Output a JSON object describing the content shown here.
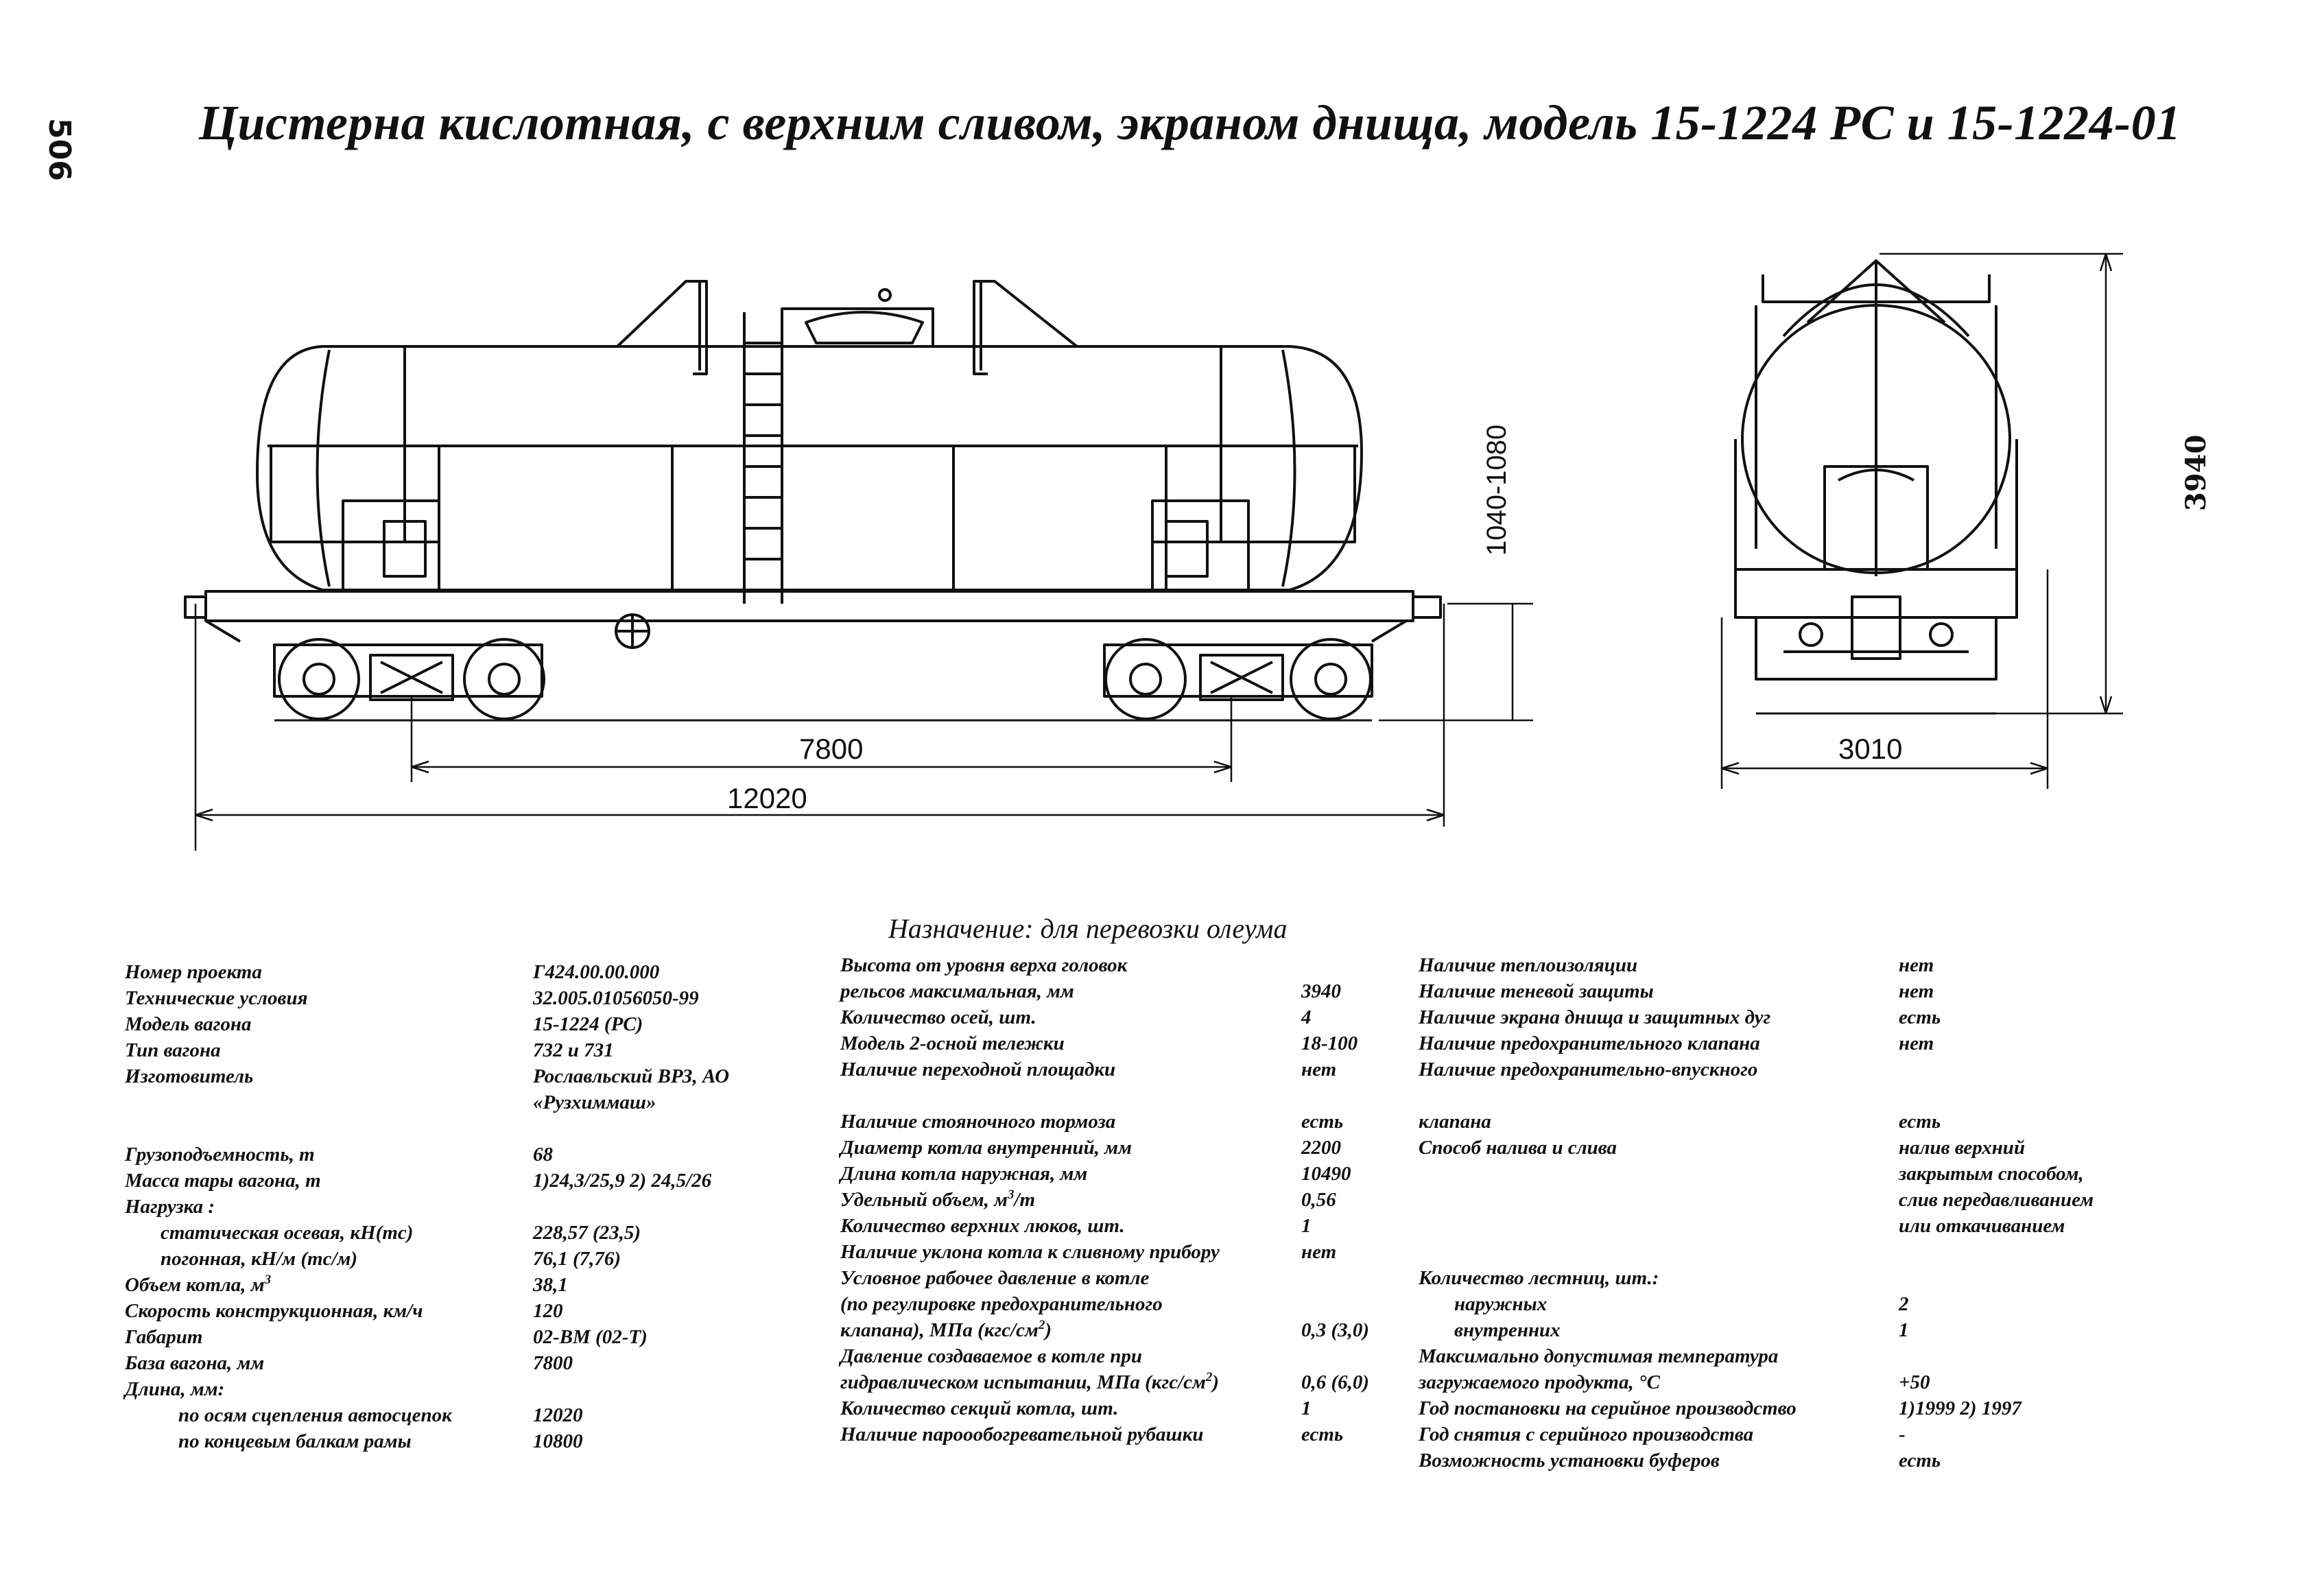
{
  "page_number": "506",
  "title": "Цистерна кислотная, с верхним сливом, экраном днища, модель 15-1224 РС и 15-1224-01",
  "drawing": {
    "dims": {
      "base": "7800",
      "length": "12020",
      "coupler_height": "1040-1080",
      "width": "3010",
      "height": "3940"
    }
  },
  "purpose": "Назначение: для перевозки олеума",
  "col1": [
    {
      "k": "Номер проекта",
      "v": "Г424.00.00.000"
    },
    {
      "k": "Технические условия",
      "v": "32.005.01056050-99"
    },
    {
      "k": "Модель вагона",
      "v": "15-1224 (РС)"
    },
    {
      "k": "Тип вагона",
      "v": "732 и 731"
    },
    {
      "k": "Изготовитель",
      "v": "Рославльский ВРЗ, АО"
    },
    {
      "k": "",
      "v": "«Рузхиммаш»"
    },
    {
      "k": "",
      "v": ""
    },
    {
      "k": "Грузоподъемность, т",
      "v": "68"
    },
    {
      "k": "Масса тары вагона, т",
      "v": "1)24,3/25,9  2) 24,5/26"
    },
    {
      "k": "Нагрузка :",
      "v": ""
    },
    {
      "k": "статическая осевая, кН(тс)",
      "v": "228,57 (23,5)",
      "indent": true
    },
    {
      "k": "погонная, кН/м (тс/м)",
      "v": "76,1 (7,76)",
      "indent": true
    },
    {
      "k": "Объем котла, м",
      "sup": "3",
      "v": "38,1"
    },
    {
      "k": "Скорость конструкционная, км/ч",
      "v": "120"
    },
    {
      "k": "Габарит",
      "v": "02-ВМ (02-Т)"
    },
    {
      "k": "База вагона, мм",
      "v": "7800"
    },
    {
      "k": "Длина, мм:",
      "v": ""
    },
    {
      "k": "по осям сцепления автосцепок",
      "v": "12020",
      "indent2": true
    },
    {
      "k": "по концевым балкам рамы",
      "v": "10800",
      "indent2": true
    }
  ],
  "col2": [
    {
      "k": "Высота от уровня верха головок",
      "v": ""
    },
    {
      "k": "рельсов максимальная, мм",
      "v": "3940"
    },
    {
      "k": "Количество осей, шт.",
      "v": "4"
    },
    {
      "k": "Модель 2-осной тележки",
      "v": "18-100"
    },
    {
      "k": "Наличие переходной площадки",
      "v": "нет"
    },
    {
      "k": "",
      "v": ""
    },
    {
      "k": "Наличие стояночного тормоза",
      "v": "есть"
    },
    {
      "k": "Диаметр котла внутренний, мм",
      "v": "2200"
    },
    {
      "k": "Длина котла наружная, мм",
      "v": "10490"
    },
    {
      "k": "Удельный объем, м",
      "sup": "3",
      "k2": "/т",
      "v": "0,56"
    },
    {
      "k": "Количество верхних люков, шт.",
      "v": "1"
    },
    {
      "k": "Наличие уклона котла к сливному прибору",
      "v": "нет"
    },
    {
      "k": "Условное рабочее давление в котле",
      "v": ""
    },
    {
      "k": "(по регулировке предохранительного",
      "v": ""
    },
    {
      "k": "клапана), МПа (кгс/см",
      "sup": "2",
      "k2": ")",
      "v": "0,3 (3,0)"
    },
    {
      "k": "Давление создаваемое в котле при",
      "v": ""
    },
    {
      "k": "гидравлическом испытании, МПа (кгс/см",
      "sup": "2",
      "k2": ")",
      "v": "0,6 (6,0)"
    },
    {
      "k": "Количество секций котла, шт.",
      "v": "1"
    },
    {
      "k": "Наличие пароообогревательной рубашки",
      "v": "есть"
    }
  ],
  "col3": [
    {
      "k": "Наличие теплоизоляции",
      "v": "нет"
    },
    {
      "k": "Наличие теневой защиты",
      "v": "нет"
    },
    {
      "k": "Наличие экрана днища и защитных дуг",
      "v": "есть"
    },
    {
      "k": "Наличие предохранительного клапана",
      "v": "нет"
    },
    {
      "k": "Наличие предохранительно-впускного",
      "v": ""
    },
    {
      "k": "",
      "v": ""
    },
    {
      "k": "клапана",
      "v": "есть"
    },
    {
      "k": "Способ налива и слива",
      "v": "налив верхний"
    },
    {
      "k": "",
      "v": "закрытым способом,"
    },
    {
      "k": "",
      "v": "слив передавливанием"
    },
    {
      "k": "",
      "v": "или откачиванием"
    },
    {
      "k": "",
      "v": ""
    },
    {
      "k": "Количество лестниц, шт.:",
      "v": ""
    },
    {
      "k": "наружных",
      "v": "2",
      "indent": true
    },
    {
      "k": "внутренних",
      "v": "1",
      "indent": true
    },
    {
      "k": "Максимально допустимая температура",
      "v": ""
    },
    {
      "k": "загружаемого продукта, °С",
      "v": "+50"
    },
    {
      "k": "Год постановки на серийное производство",
      "v": "1)1999   2) 1997"
    },
    {
      "k": "Год снятия с серийного производства",
      "v": "-"
    },
    {
      "k": "Возможность установки буферов",
      "v": "есть"
    }
  ]
}
